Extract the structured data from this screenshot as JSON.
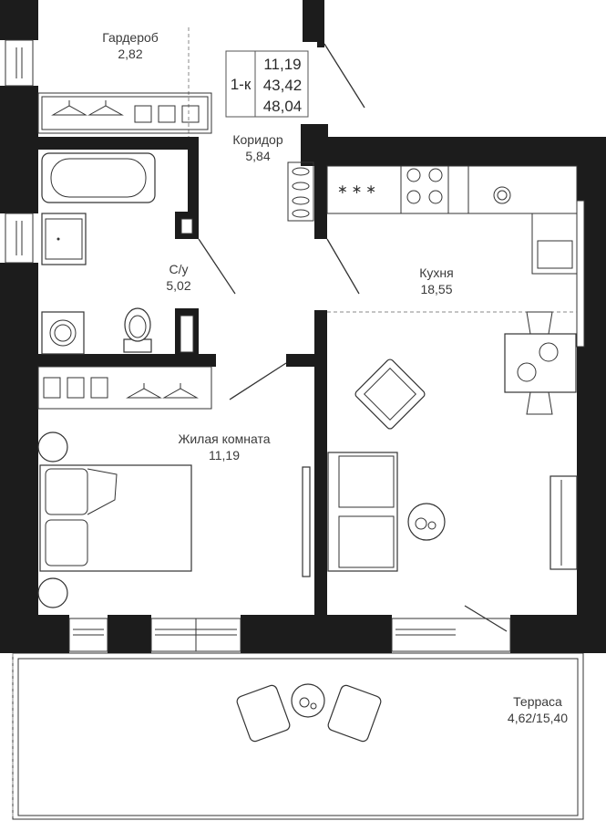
{
  "info_box": {
    "type": "1-к",
    "living_area": "11,19",
    "total_area": "43,42",
    "total_with_terrace": "48,04"
  },
  "rooms": {
    "wardrobe": {
      "name": "Гардероб",
      "area": "2,82"
    },
    "corridor": {
      "name": "Коридор",
      "area": "5,84"
    },
    "bathroom": {
      "name": "С/у",
      "area": "5,02"
    },
    "kitchen": {
      "name": "Кухня",
      "area": "18,55"
    },
    "living": {
      "name": "Жилая комната",
      "area": "11,19"
    },
    "terrace": {
      "name": "Терраса",
      "area": "4,62/15,40"
    }
  },
  "colors": {
    "wall": "#1c1c1c",
    "line": "#333333",
    "background": "#ffffff"
  },
  "icons": [
    "hanger-icon",
    "bathtub-icon",
    "sink-icon",
    "washing-machine-icon",
    "toilet-icon",
    "stove-icon",
    "armchair-icon",
    "sofa-icon",
    "bed-icon",
    "tv-icon",
    "table-icon",
    "shoes-icon"
  ]
}
